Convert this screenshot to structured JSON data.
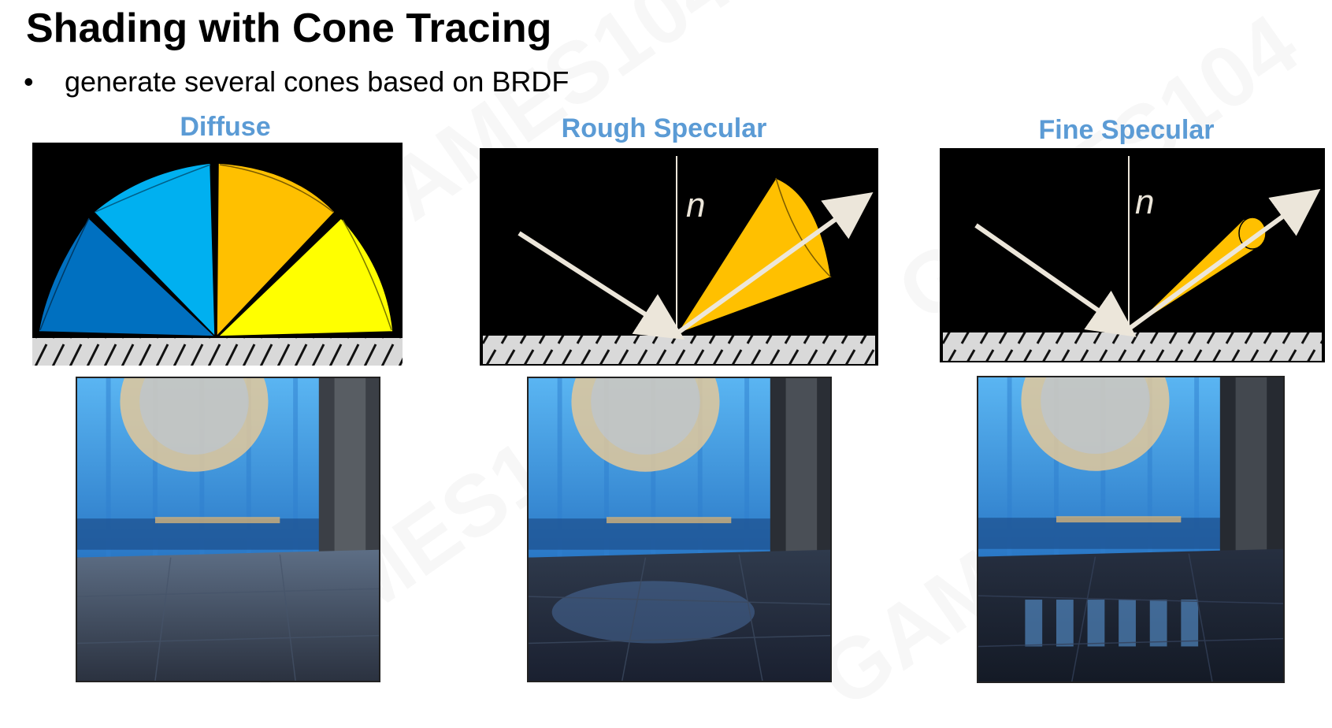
{
  "slide": {
    "title": "Shading with Cone Tracing",
    "bullet_symbol": "•",
    "bullet_text": "generate several cones based on BRDF",
    "watermark": "GAMES104"
  },
  "columns": [
    {
      "label": "Diffuse",
      "diagram": "diffuse-cones",
      "render": "diffuse"
    },
    {
      "label": "Rough Specular",
      "diagram": "wide-specular-cone",
      "normal_label": "n",
      "render": "rough"
    },
    {
      "label": "Fine Specular",
      "diagram": "narrow-specular-cone",
      "normal_label": "n",
      "render": "fine"
    }
  ],
  "colors": {
    "label_blue": "#5b9bd5",
    "cone_dark_blue": "#0070c0",
    "cone_light_blue": "#00b0f0",
    "cone_orange": "#ffc000",
    "cone_yellow": "#ffff00",
    "arrow": "#ece6da"
  }
}
